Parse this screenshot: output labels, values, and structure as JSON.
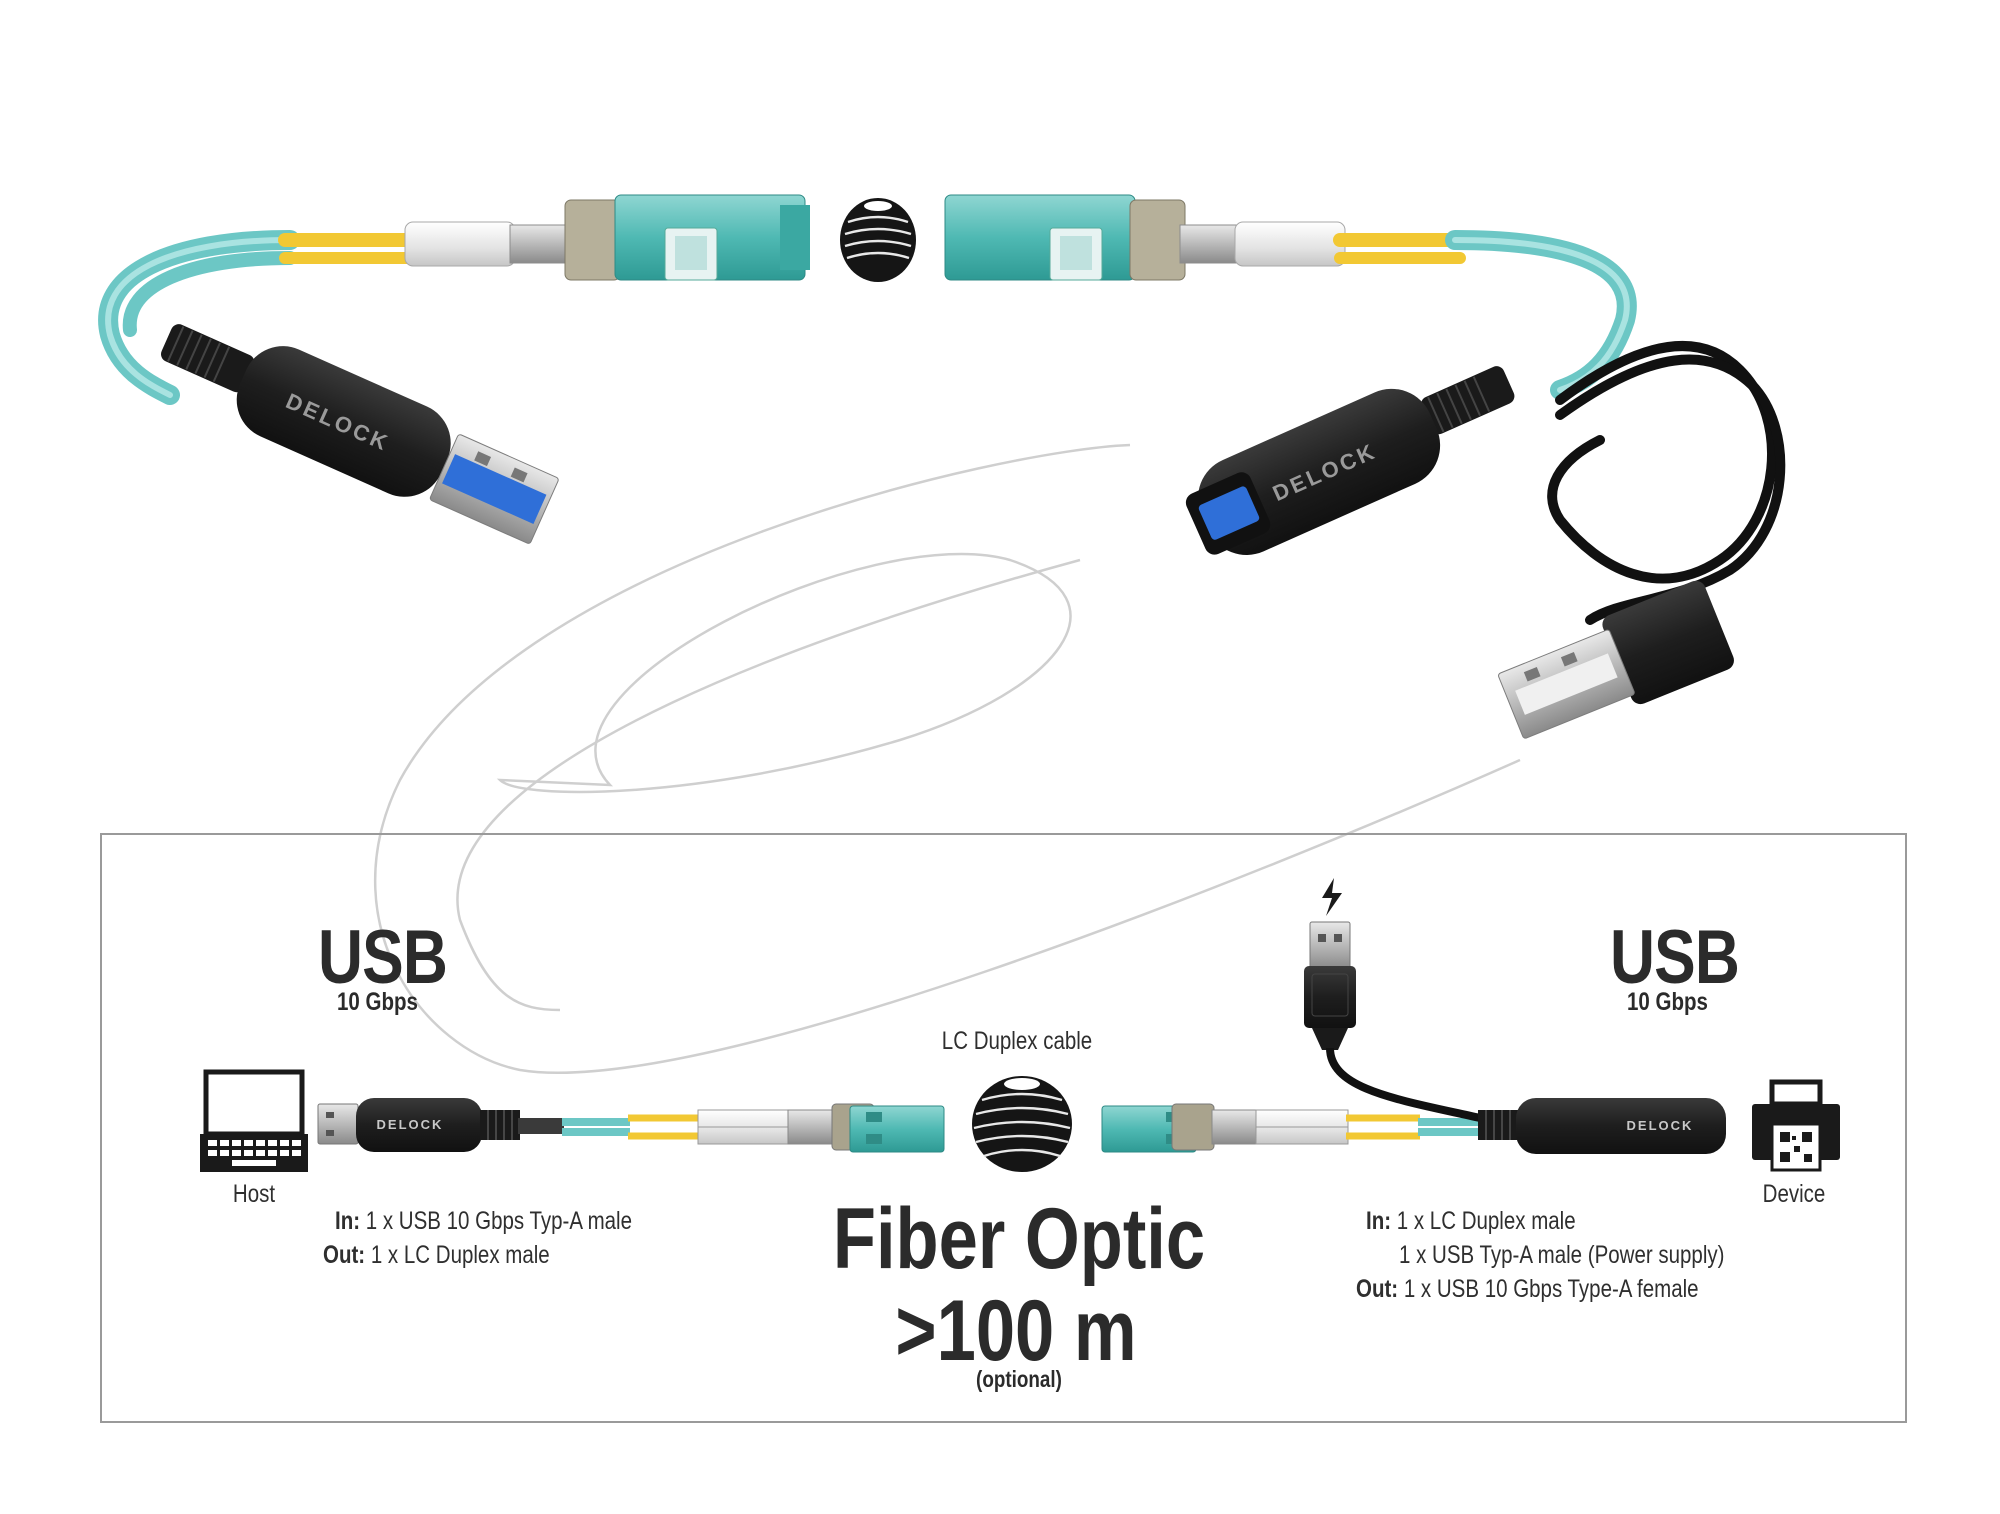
{
  "brand": "DELOCK",
  "left": {
    "usb_title": "USB",
    "usb_speed": "10 Gbps",
    "host_label": "Host",
    "in_label": "In:",
    "in_value": "1 x USB 10 Gbps Typ-A male",
    "out_label": "Out:",
    "out_value": "1 x LC Duplex male"
  },
  "center": {
    "cable_label": "LC Duplex cable",
    "fiber_title": "Fiber Optic",
    "distance": ">100 m",
    "optional": "(optional)"
  },
  "right": {
    "usb_title": "USB",
    "usb_speed": "10 Gbps",
    "device_label": "Device",
    "in_label": "In:",
    "in_value_1": "1 x LC Duplex male",
    "in_value_2": "1 x USB Typ-A male (Power supply)",
    "out_label": "Out:",
    "out_value": "1 x USB 10 Gbps Type-A female"
  },
  "colors": {
    "fiber_aqua": "#7fd0d0",
    "connector_teal": "#3fb3ad",
    "fiber_yellow": "#f2c833",
    "usb_blue": "#2f6fd8",
    "body_black": "#1c1c1c",
    "frame_gray": "#9a9a9a"
  },
  "icons": [
    "laptop-icon",
    "printer-icon",
    "lightning-icon",
    "cable-spool-icon"
  ]
}
